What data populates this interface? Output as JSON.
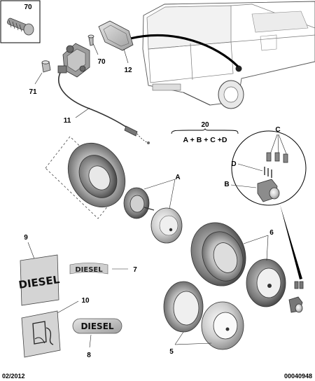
{
  "callouts": {
    "c70_box": "70",
    "c70": "70",
    "c12": "12",
    "c71": "71",
    "c11": "11",
    "c20": "20",
    "cA": "A",
    "cB": "B",
    "cC": "C",
    "cD": "D",
    "c9": "9",
    "c7": "7",
    "c10": "10",
    "c8": "8",
    "c6": "6",
    "c5": "5"
  },
  "formula": "A + B + C +D",
  "badges": {
    "diesel_large": "DIESEL",
    "diesel_curved": "DIESEL",
    "diesel_oval": "DIESEL"
  },
  "footer": {
    "date": "02/2012",
    "ref": "00040948"
  }
}
